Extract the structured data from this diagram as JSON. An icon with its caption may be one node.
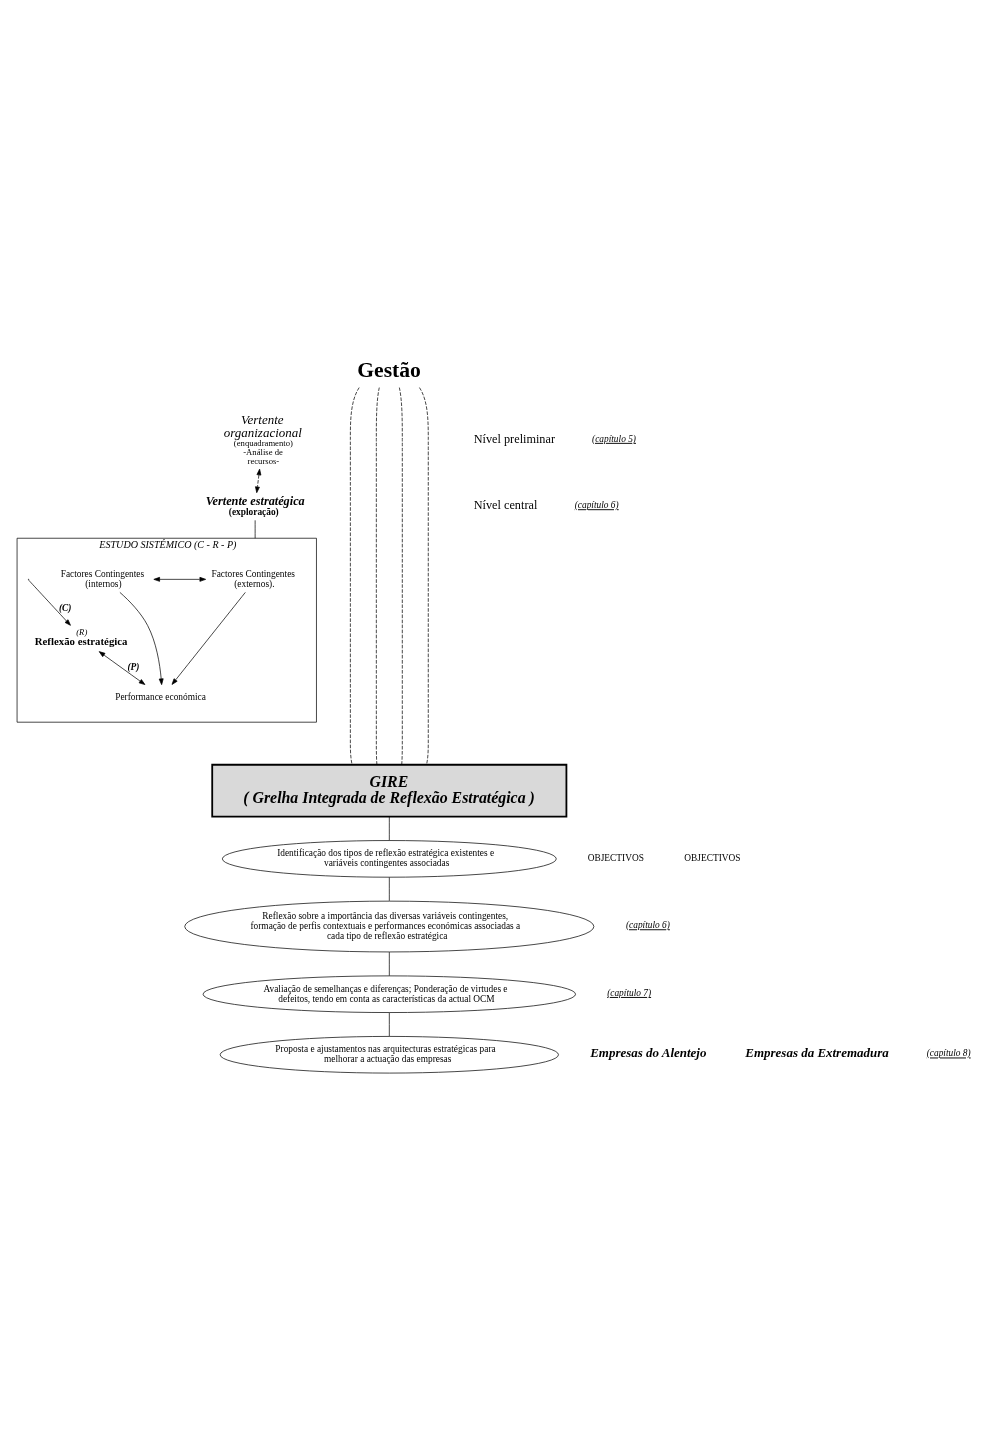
{
  "diagram": {
    "nodes": [
      {
        "text": [
          "Gestão"
        ]
      },
      {
        "text": [
          "Vertente organizacional",
          "(enquadramento)",
          "-Análise de recursos-"
        ]
      },
      {
        "text": [
          "Vertente estratégica",
          "(exploração)"
        ]
      },
      {
        "text": [
          "ESTUDO SISTÉMICO (C - R - P)"
        ]
      },
      {
        "text": [
          "Factores Contingentes (externos)."
        ],
        "in": 3
      },
      {
        "text": [
          "Factores Contingentes (internos)"
        ],
        "in": 3
      },
      {
        "text": [
          "(R)",
          "Reflexão estratégica"
        ],
        "in": 3
      },
      {
        "text": [
          "Performance económica"
        ],
        "in": 3
      },
      {
        "text": [
          "GIRE",
          "( Grelha Integrada de Reflexão Estratégica )"
        ]
      },
      {
        "text": [
          "Identificação dos tipos de reflexão estratégica existentes e variáveis contingentes associadas"
        ]
      },
      {
        "text": [
          "Reflexão sobre a importância das diversas variáveis contingentes, formação de perfis contextuais e performances económicas associadas a cada tipo de reflexão estratégica"
        ]
      },
      {
        "text": [
          "Avaliação de semelhanças e diferenças; Ponderação de virtudes e defeitos, tendo em conta as características da actual OCM"
        ]
      },
      {
        "text": [
          "Proposta e ajustamentos nas arquitecturas estratégicas para melhorar a actuação das empresas"
        ]
      }
    ],
    "edges": [
      {
        "from": 0,
        "to": 8,
        "arrow": "none",
        "style": "dashed"
      },
      {
        "from": 0,
        "to": 8,
        "arrow": "none",
        "style": "dashed"
      },
      {
        "from": 0,
        "to": 8,
        "arrow": "none",
        "style": "dashed"
      },
      {
        "from": 0,
        "to": 8,
        "arrow": "none",
        "style": "dashed"
      },
      {
        "from": 1,
        "to": 2,
        "arrow": "both",
        "style": "dashed"
      },
      {
        "from": 2,
        "to": 3,
        "arrow": "none"
      },
      {
        "from": 4,
        "to": 5,
        "arrow": "both"
      },
      {
        "from": null,
        "to": 6,
        "arrow": "to",
        "label": "(C)"
      },
      {
        "from": 6,
        "to": 7,
        "arrow": "both",
        "label": "(P)"
      },
      {
        "from": 4,
        "to": 7,
        "arrow": "to"
      },
      {
        "from": 5,
        "to": 7,
        "arrow": "to"
      },
      {
        "from": 8,
        "to": 9,
        "arrow": "none"
      },
      {
        "from": 9,
        "to": 10,
        "arrow": "none"
      },
      {
        "from": 10,
        "to": 11,
        "arrow": "none"
      },
      {
        "from": 11,
        "to": 12,
        "arrow": "none"
      }
    ],
    "labels": [
      "Nível preliminar",
      "(capítulo 5)",
      "Nível central",
      "(capítulo 6)",
      "OBJECTIVOS",
      "OBJECTIVOS",
      "(capítulo 6)",
      "(capítulo 7)",
      "Empresas do Alentejo",
      "Empresas da Extremadura",
      "(capítulo 8)"
    ]
  }
}
